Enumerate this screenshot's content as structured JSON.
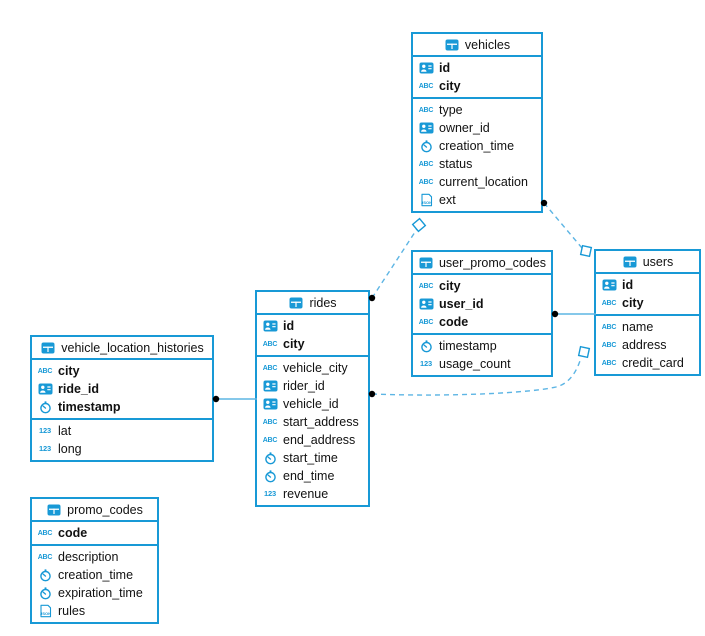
{
  "colors": {
    "accent": "#1899d6",
    "relation_line": "#5db5e4",
    "endpoint_dot": "#000000",
    "background": "#ffffff",
    "text": "#111111"
  },
  "tables": [
    {
      "name": "vehicles",
      "icon": "table-grid-icon",
      "pk": [
        {
          "name": "id",
          "icon": "uuid-icon"
        },
        {
          "name": "city",
          "icon": "text-icon"
        }
      ],
      "fields": [
        {
          "name": "type",
          "icon": "text-icon"
        },
        {
          "name": "owner_id",
          "icon": "uuid-icon"
        },
        {
          "name": "creation_time",
          "icon": "datetime-icon"
        },
        {
          "name": "status",
          "icon": "text-icon"
        },
        {
          "name": "current_location",
          "icon": "text-icon"
        },
        {
          "name": "ext",
          "icon": "json-icon"
        }
      ]
    },
    {
      "name": "user_promo_codes",
      "icon": "table-grid-icon",
      "pk": [
        {
          "name": "city",
          "icon": "text-icon"
        },
        {
          "name": "user_id",
          "icon": "uuid-icon"
        },
        {
          "name": "code",
          "icon": "text-icon"
        }
      ],
      "fields": [
        {
          "name": "timestamp",
          "icon": "datetime-icon"
        },
        {
          "name": "usage_count",
          "icon": "number-icon"
        }
      ]
    },
    {
      "name": "users",
      "icon": "table-grid-icon",
      "pk": [
        {
          "name": "id",
          "icon": "uuid-icon"
        },
        {
          "name": "city",
          "icon": "text-icon"
        }
      ],
      "fields": [
        {
          "name": "name",
          "icon": "text-icon"
        },
        {
          "name": "address",
          "icon": "text-icon"
        },
        {
          "name": "credit_card",
          "icon": "text-icon"
        }
      ]
    },
    {
      "name": "rides",
      "icon": "table-grid-icon",
      "pk": [
        {
          "name": "id",
          "icon": "uuid-icon"
        },
        {
          "name": "city",
          "icon": "text-icon"
        }
      ],
      "fields": [
        {
          "name": "vehicle_city",
          "icon": "text-icon"
        },
        {
          "name": "rider_id",
          "icon": "uuid-icon"
        },
        {
          "name": "vehicle_id",
          "icon": "uuid-icon"
        },
        {
          "name": "start_address",
          "icon": "text-icon"
        },
        {
          "name": "end_address",
          "icon": "text-icon"
        },
        {
          "name": "start_time",
          "icon": "datetime-icon"
        },
        {
          "name": "end_time",
          "icon": "datetime-icon"
        },
        {
          "name": "revenue",
          "icon": "number-icon"
        }
      ]
    },
    {
      "name": "vehicle_location_histories",
      "icon": "table-grid-icon",
      "pk": [
        {
          "name": "city",
          "icon": "text-icon"
        },
        {
          "name": "ride_id",
          "icon": "uuid-icon"
        },
        {
          "name": "timestamp",
          "icon": "datetime-icon"
        }
      ],
      "fields": [
        {
          "name": "lat",
          "icon": "number-icon"
        },
        {
          "name": "long",
          "icon": "number-icon"
        }
      ]
    },
    {
      "name": "promo_codes",
      "icon": "table-grid-icon",
      "pk": [
        {
          "name": "code",
          "icon": "text-icon"
        }
      ],
      "fields": [
        {
          "name": "description",
          "icon": "text-icon"
        },
        {
          "name": "creation_time",
          "icon": "datetime-icon"
        },
        {
          "name": "expiration_time",
          "icon": "datetime-icon"
        },
        {
          "name": "rules",
          "icon": "json-icon"
        }
      ]
    }
  ],
  "relations": [
    {
      "from_table": "vehicles",
      "to_table": "users",
      "style": "dashed",
      "from_marker": "dot",
      "to_marker": "diamond"
    },
    {
      "from_table": "rides",
      "to_table": "vehicles",
      "style": "dashed",
      "from_marker": "dot",
      "to_marker": "diamond"
    },
    {
      "from_table": "user_promo_codes",
      "to_table": "users",
      "style": "solid",
      "from_marker": "dot",
      "to_marker": "none"
    },
    {
      "from_table": "rides",
      "to_table": "users",
      "style": "dashed",
      "from_marker": "dot",
      "to_marker": "diamond"
    },
    {
      "from_table": "vehicle_location_histories",
      "to_table": "rides",
      "style": "solid",
      "from_marker": "dot",
      "to_marker": "none"
    }
  ]
}
